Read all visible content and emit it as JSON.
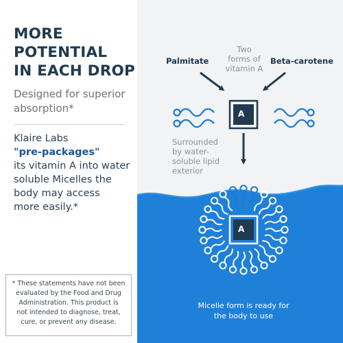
{
  "left": {
    "headline": [
      "MORE",
      "POTENTIAL",
      "IN EACH DROP"
    ],
    "subtitle": "Designed for superior absorption*",
    "body": {
      "line1": "Klaire Labs",
      "emphasis": "\"pre-packages\"",
      "line3": "its vitamin A into water",
      "line4": "soluble Micelles the",
      "line5": "body may access",
      "line6": "more easily.*"
    },
    "disclaimer": [
      "* These statements have not been",
      "evaluated by the Food and Drug",
      "Administration. This product is",
      "not intended to diagnose, treat,",
      "cure, or prevent any disease."
    ]
  },
  "diagram": {
    "label_palmitate": "Palmitate",
    "label_beta": "Beta-carotene",
    "label_two_forms": [
      "Two",
      "forms of",
      "vitamin A"
    ],
    "core_letter": "A",
    "label_surrounded": [
      "Surrounded",
      "by water-",
      "soluble lipid",
      "exterior"
    ],
    "label_micelle": [
      "Micelle form is ready for",
      "the body to use"
    ],
    "colors": {
      "navy": "#213a4f",
      "blue": "#1b7ad1",
      "light_blue": "#5ab0ee",
      "water": "#1f80d9",
      "panel": "#f2f3f5"
    }
  }
}
